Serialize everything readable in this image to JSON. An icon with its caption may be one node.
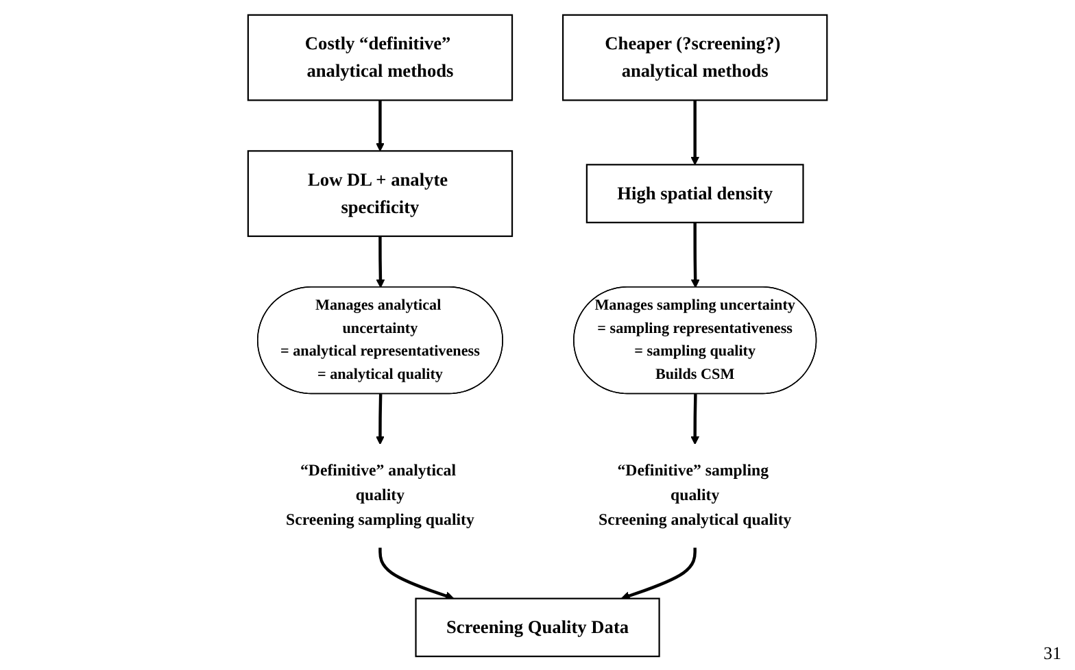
{
  "diagram": {
    "nodes": [
      {
        "text": [
          "Costly “definitive” analytical methods"
        ]
      },
      {
        "text": [
          "Low DL + analyte specificity"
        ]
      },
      {
        "text": [
          "Manages analytical uncertainty",
          "= analytical representativeness",
          "= analytical quality"
        ]
      },
      {
        "text": [
          "“Definitive” analytical quality",
          "Screening sampling quality"
        ]
      },
      {
        "text": [
          "Cheaper (?screening?) analytical methods"
        ]
      },
      {
        "text": [
          "High spatial density"
        ]
      },
      {
        "text": [
          "Manages sampling uncertainty",
          "= sampling representativeness",
          "= sampling quality",
          "Builds CSM"
        ]
      },
      {
        "text": [
          "“Definitive” sampling quality",
          "Screening analytical quality"
        ]
      },
      {
        "text": [
          "Screening Quality Data"
        ]
      }
    ],
    "edges": [
      {
        "from": 0,
        "to": 1,
        "arrow": "to"
      },
      {
        "from": 1,
        "to": 2,
        "arrow": "to"
      },
      {
        "from": 2,
        "to": 3,
        "arrow": "to"
      },
      {
        "from": 3,
        "to": 8,
        "arrow": "to"
      },
      {
        "from": 4,
        "to": 5,
        "arrow": "to"
      },
      {
        "from": 5,
        "to": 6,
        "arrow": "to"
      },
      {
        "from": 6,
        "to": 7,
        "arrow": "to"
      },
      {
        "from": 7,
        "to": 8,
        "arrow": "to"
      }
    ],
    "labels": [
      "31"
    ]
  }
}
